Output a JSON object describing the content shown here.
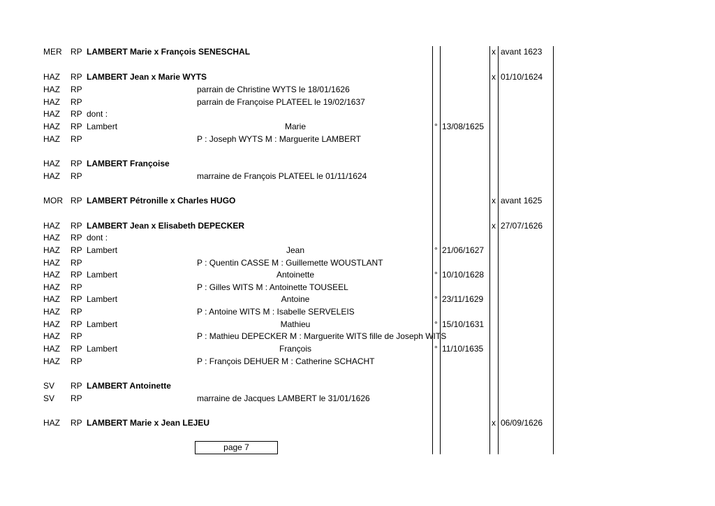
{
  "page_label": "page 7",
  "rows": [
    {
      "place": "MER",
      "rp": "RP",
      "name": "LAMBERT Marie x François SENESCHAL",
      "bold": true,
      "detail": "",
      "child": "",
      "bmark": "",
      "bdate": "",
      "mmark": "x",
      "mdate": "avant 1623"
    },
    {
      "place": "HAZ",
      "rp": "RP",
      "name": "LAMBERT Jean x Marie WYTS",
      "bold": true,
      "detail": "",
      "child": "",
      "bmark": "",
      "bdate": "",
      "mmark": "x",
      "mdate": "01/10/1624"
    },
    {
      "place": "HAZ",
      "rp": "RP",
      "name": "",
      "bold": false,
      "detail": "parrain de Christine WYTS le 18/01/1626",
      "child": "",
      "bmark": "",
      "bdate": "",
      "mmark": "",
      "mdate": ""
    },
    {
      "place": "HAZ",
      "rp": "RP",
      "name": "",
      "bold": false,
      "detail": "parrain de Françoise PLATEEL le 19/02/1637",
      "child": "",
      "bmark": "",
      "bdate": "",
      "mmark": "",
      "mdate": ""
    },
    {
      "place": "HAZ",
      "rp": "RP",
      "name": "dont :",
      "bold": false,
      "detail": "",
      "child": "",
      "bmark": "",
      "bdate": "",
      "mmark": "",
      "mdate": ""
    },
    {
      "place": "HAZ",
      "rp": "RP",
      "name": "Lambert",
      "bold": false,
      "detail": "",
      "child": "Marie",
      "bmark": "°",
      "bdate": "13/08/1625",
      "mmark": "",
      "mdate": ""
    },
    {
      "place": "HAZ",
      "rp": "RP",
      "name": "",
      "bold": false,
      "detail": "P : Joseph WYTS M : Marguerite LAMBERT",
      "child": "",
      "bmark": "",
      "bdate": "",
      "mmark": "",
      "mdate": ""
    },
    {
      "place": "HAZ",
      "rp": "RP",
      "name": "LAMBERT Françoise",
      "bold": true,
      "detail": "",
      "child": "",
      "bmark": "",
      "bdate": "",
      "mmark": "",
      "mdate": ""
    },
    {
      "place": "HAZ",
      "rp": "RP",
      "name": "",
      "bold": false,
      "detail": "marraine de François PLATEEL le 01/11/1624",
      "child": "",
      "bmark": "",
      "bdate": "",
      "mmark": "",
      "mdate": ""
    },
    {
      "place": "MOR",
      "rp": "RP",
      "name": "LAMBERT Pétronille x Charles HUGO",
      "bold": true,
      "detail": "",
      "child": "",
      "bmark": "",
      "bdate": "",
      "mmark": "x",
      "mdate": "avant 1625"
    },
    {
      "place": "HAZ",
      "rp": "RP",
      "name": "LAMBERT Jean x Elisabeth DEPECKER",
      "bold": true,
      "detail": "",
      "child": "",
      "bmark": "",
      "bdate": "",
      "mmark": "x",
      "mdate": "27/07/1626"
    },
    {
      "place": "HAZ",
      "rp": "RP",
      "name": "dont :",
      "bold": false,
      "detail": "",
      "child": "",
      "bmark": "",
      "bdate": "",
      "mmark": "",
      "mdate": ""
    },
    {
      "place": "HAZ",
      "rp": "RP",
      "name": "Lambert",
      "bold": false,
      "detail": "",
      "child": "Jean",
      "bmark": "°",
      "bdate": "21/06/1627",
      "mmark": "",
      "mdate": ""
    },
    {
      "place": "HAZ",
      "rp": "RP",
      "name": "",
      "bold": false,
      "detail": "P : Quentin CASSE M : Guillemette WOUSTLANT",
      "child": "",
      "bmark": "",
      "bdate": "",
      "mmark": "",
      "mdate": ""
    },
    {
      "place": "HAZ",
      "rp": "RP",
      "name": "Lambert",
      "bold": false,
      "detail": "",
      "child": "Antoinette",
      "bmark": "°",
      "bdate": "10/10/1628",
      "mmark": "",
      "mdate": ""
    },
    {
      "place": "HAZ",
      "rp": "RP",
      "name": "",
      "bold": false,
      "detail": "P : Gilles WITS M : Antoinette TOUSEEL",
      "child": "",
      "bmark": "",
      "bdate": "",
      "mmark": "",
      "mdate": ""
    },
    {
      "place": "HAZ",
      "rp": "RP",
      "name": "Lambert",
      "bold": false,
      "detail": "",
      "child": "Antoine",
      "bmark": "°",
      "bdate": "23/11/1629",
      "mmark": "",
      "mdate": ""
    },
    {
      "place": "HAZ",
      "rp": "RP",
      "name": "",
      "bold": false,
      "detail": "P : Antoine WITS M : Isabelle SERVELEIS",
      "child": "",
      "bmark": "",
      "bdate": "",
      "mmark": "",
      "mdate": ""
    },
    {
      "place": "HAZ",
      "rp": "RP",
      "name": "Lambert",
      "bold": false,
      "detail": "",
      "child": "Mathieu",
      "bmark": "°",
      "bdate": "15/10/1631",
      "mmark": "",
      "mdate": ""
    },
    {
      "place": "HAZ",
      "rp": "RP",
      "name": "",
      "bold": false,
      "detail": "P : Mathieu DEPECKER M : Marguerite WITS fille de Joseph WITS",
      "child": "",
      "bmark": "",
      "bdate": "",
      "mmark": "",
      "mdate": ""
    },
    {
      "place": "HAZ",
      "rp": "RP",
      "name": "Lambert",
      "bold": false,
      "detail": "",
      "child": "François",
      "bmark": "°",
      "bdate": "11/10/1635",
      "mmark": "",
      "mdate": ""
    },
    {
      "place": "HAZ",
      "rp": "RP",
      "name": "",
      "bold": false,
      "detail": "P : François DEHUER M : Catherine SCHACHT",
      "child": "",
      "bmark": "",
      "bdate": "",
      "mmark": "",
      "mdate": ""
    },
    {
      "place": "SV",
      "rp": "RP",
      "name": "LAMBERT Antoinette",
      "bold": true,
      "detail": "",
      "child": "",
      "bmark": "",
      "bdate": "",
      "mmark": "",
      "mdate": ""
    },
    {
      "place": "SV",
      "rp": "RP",
      "name": "",
      "bold": false,
      "detail": "marraine de Jacques LAMBERT le 31/01/1626",
      "child": "",
      "bmark": "",
      "bdate": "",
      "mmark": "",
      "mdate": ""
    },
    {
      "place": "HAZ",
      "rp": "RP",
      "name": "LAMBERT Marie x Jean LEJEU",
      "bold": true,
      "detail": "",
      "child": "",
      "bmark": "",
      "bdate": "",
      "mmark": "x",
      "mdate": "06/09/1626"
    }
  ]
}
